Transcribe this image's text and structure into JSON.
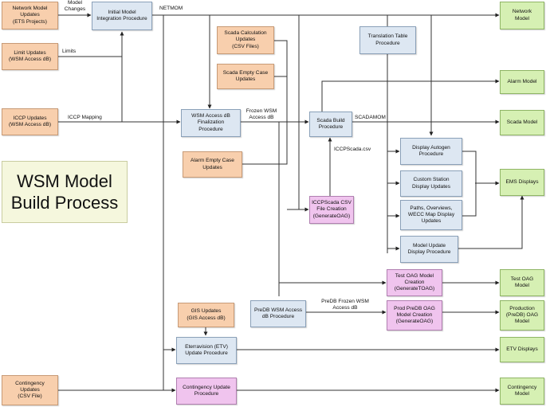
{
  "title": "WSM Model\nBuild Process",
  "boxes": {
    "network_model_updates": "Network Model\nUpdates\n(ETS Projects)",
    "limit_updates": "Limit Updates\n(WSM Access dB)",
    "iccp_updates": "ICCP Updates\n(WSM Access dB)",
    "contingency_updates": "Contingency\nUpdates\n(CSV File)",
    "initial_model": "Initial Model\nIntegration Procedure",
    "scada_calc": "Scada Calculation\nUpdates\n(CSV Files)",
    "scada_empty": "Scada Empty Case\nUpdates",
    "translation_table": "Translation Table\nProcedure",
    "wsm_access": "WSM Access dB\nFinalization\nProcedure",
    "scada_build": "Scada Build\nProcedure",
    "alarm_empty": "Alarm Empty Case\nUpdates",
    "display_autogen": "Display Autogen\nProcedure",
    "custom_station": "Custom Station\nDisplay Updates",
    "paths": "Paths, Overviews,\nWECC Map Display\nUpdates",
    "iccpscada_csv": "ICCPScada CSV\nFile Creation\n(GenerateOAG)",
    "model_update": "Model Update\nDisplay Procedure",
    "test_oag": "Test OAG Model\nCreation\n(GenerateTOAG)",
    "predb_wsm": "PreDB WSM Access\ndB Procedure",
    "prod_predb": "Prod PreDB OAG\nModel Creation\n(GenerateOAG)",
    "gis_updates": "GIS Updates\n(GIS Access dB)",
    "etv": "Eterravision (ETV)\nUpdate Procedure",
    "contingency_proc": "Contingency Update\nProcedure",
    "network_model": "Network\nModel",
    "alarm_model": "Alarm Model",
    "scada_model": "Scada Model",
    "ems_displays": "EMS Displays",
    "test_oag_model": "Test OAG\nModel",
    "production_oag": "Production\n(PreDB) OAG\nModel",
    "etv_displays": "ETV Displays",
    "contingency_model": "Contingency\nModel"
  },
  "labels": {
    "model_changes": "Model\nChanges",
    "netmom": "NETMOM",
    "limits": "Limits",
    "iccp_mapping": "ICCP Mapping",
    "frozen_wsm": "Frozen WSM\nAccess dB",
    "scadamom": "SCADAMOM",
    "iccpscada_csv": "ICCPScada.csv",
    "predb_frozen": "PreDB Frozen WSM\nAccess dB"
  }
}
